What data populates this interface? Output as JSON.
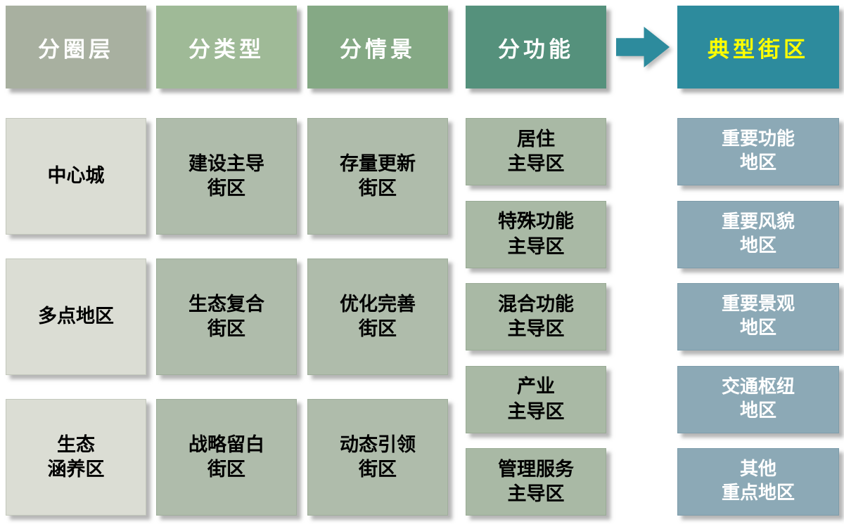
{
  "colors": {
    "page_bg": "#ffffff",
    "header_circle": "#a8b0a0",
    "header_type": "#9fba97",
    "header_scene": "#85a985",
    "header_function": "#55917c",
    "header_typical": "#2d8b9d",
    "typical_header_text": "#ffff00",
    "arrow": "#2d8b9d",
    "box_col1": "#dbddd4",
    "box_col23": "#afbcab",
    "box_col4": "#a9b9a5",
    "box_col5": "#8ca9b6"
  },
  "columns": [
    {
      "header": "分圈层",
      "items": [
        {
          "text": "中心城"
        },
        {
          "text": "多点地区"
        },
        {
          "text": "生态\n涵养区"
        }
      ]
    },
    {
      "header": "分类型",
      "items": [
        {
          "text": "建设主导\n街区"
        },
        {
          "text": "生态复合\n街区"
        },
        {
          "text": "战略留白\n街区"
        }
      ]
    },
    {
      "header": "分情景",
      "items": [
        {
          "text": "存量更新\n街区"
        },
        {
          "text": "优化完善\n街区"
        },
        {
          "text": "动态引领\n街区"
        }
      ]
    },
    {
      "header": "分功能",
      "items": [
        {
          "text": "居住\n主导区"
        },
        {
          "text": "特殊功能\n主导区"
        },
        {
          "text": "混合功能\n主导区"
        },
        {
          "text": "产业\n主导区"
        },
        {
          "text": "管理服务\n主导区"
        }
      ]
    },
    {
      "header": "典型街区",
      "items": [
        {
          "text": "重要功能\n地区"
        },
        {
          "text": "重要风貌\n地区"
        },
        {
          "text": "重要景观\n地区"
        },
        {
          "text": "交通枢纽\n地区"
        },
        {
          "text": "其他\n重点地区"
        }
      ]
    }
  ]
}
